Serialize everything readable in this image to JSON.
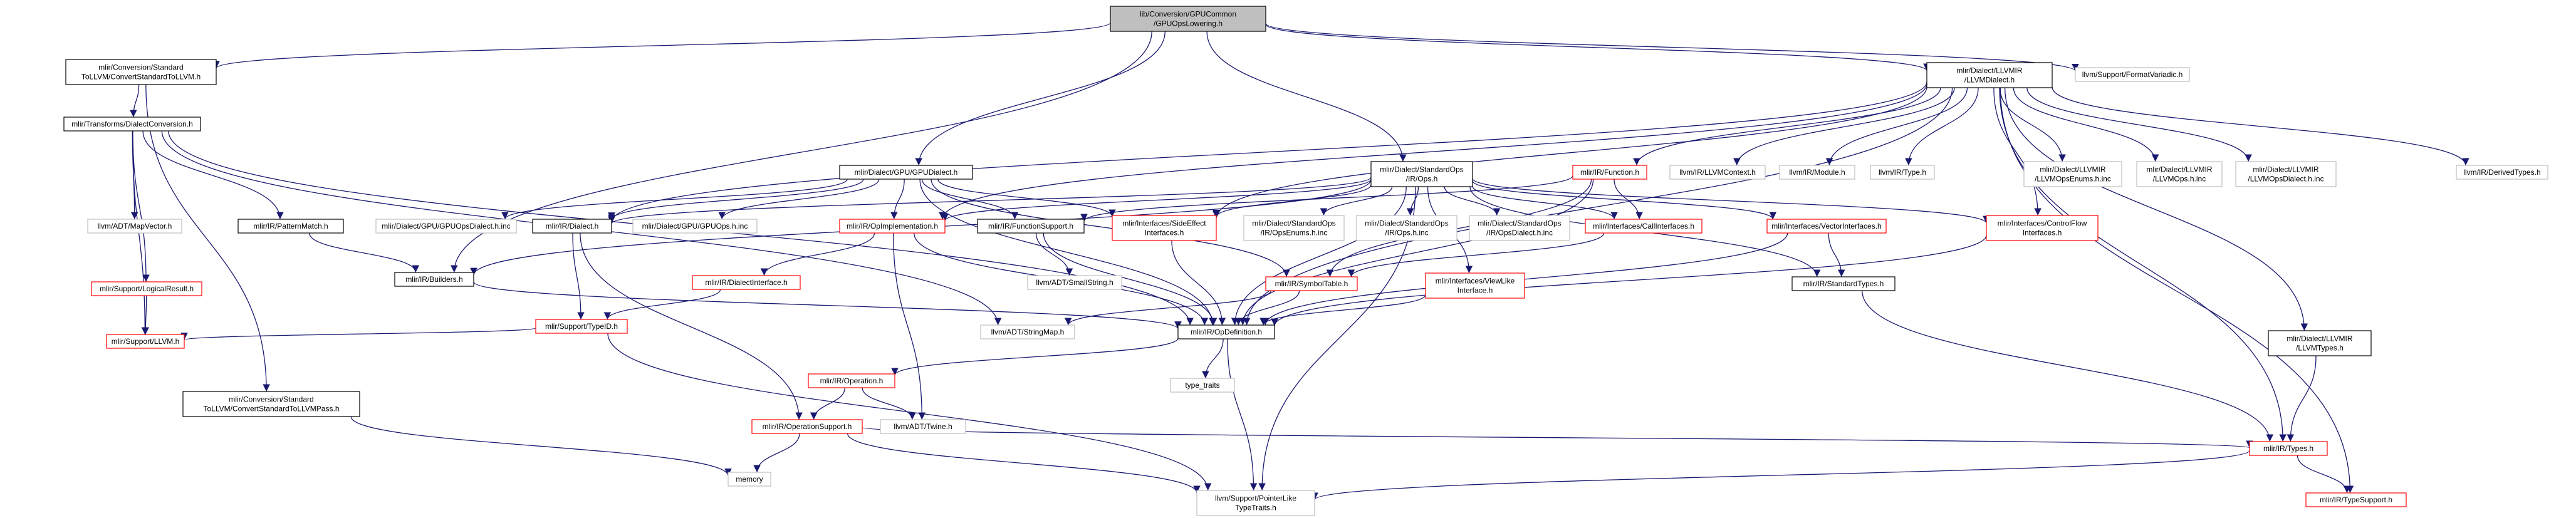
{
  "styles": {
    "edge_color": "#191970",
    "root_fill": "#bfbfbf",
    "root_stroke": "#000000",
    "doc_stroke": "#000000",
    "red_stroke": "#ff0000",
    "plain_stroke": "#bfbfbf",
    "fill": "#ffffff"
  },
  "nodes": [
    {
      "id": "root",
      "kind": "root",
      "lines": [
        "lib/Conversion/GPUCommon",
        "/GPUOpsLowering.h"
      ]
    },
    {
      "id": "conv_std_llvm",
      "kind": "doc",
      "lines": [
        "mlir/Conversion/Standard",
        "ToLLVM/ConvertStandardToLLVM.h"
      ]
    },
    {
      "id": "llvmir_dialect",
      "kind": "doc",
      "lines": [
        "mlir/Dialect/LLVMIR",
        "/LLVMDialect.h"
      ]
    },
    {
      "id": "format_variadic",
      "kind": "plain",
      "lines": [
        "llvm/Support/FormatVariadic.h"
      ]
    },
    {
      "id": "dialect_conversion",
      "kind": "doc",
      "lines": [
        "mlir/Transforms/DialectConversion.h"
      ]
    },
    {
      "id": "gpu_dialect",
      "kind": "doc",
      "lines": [
        "mlir/Dialect/GPU/GPUDialect.h"
      ]
    },
    {
      "id": "standard_ops",
      "kind": "doc",
      "lines": [
        "mlir/Dialect/StandardOps",
        "/IR/Ops.h"
      ]
    },
    {
      "id": "function_h",
      "kind": "red",
      "lines": [
        "mlir/IR/Function.h"
      ]
    },
    {
      "id": "llvm_context",
      "kind": "plain",
      "lines": [
        "llvm/IR/LLVMContext.h"
      ]
    },
    {
      "id": "llvm_module",
      "kind": "plain",
      "lines": [
        "llvm/IR/Module.h"
      ]
    },
    {
      "id": "llvm_type",
      "kind": "plain",
      "lines": [
        "llvm/IR/Type.h"
      ]
    },
    {
      "id": "llvm_ops_enums_inc",
      "kind": "plain",
      "lines": [
        "mlir/Dialect/LLVMIR",
        "/LLVMOpsEnums.h.inc"
      ]
    },
    {
      "id": "llvm_ops_inc",
      "kind": "plain",
      "lines": [
        "mlir/Dialect/LLVMIR",
        "/LLVMOps.h.inc"
      ]
    },
    {
      "id": "llvm_ops_dialect_inc",
      "kind": "plain",
      "lines": [
        "mlir/Dialect/LLVMIR",
        "/LLVMOpsDialect.h.inc"
      ]
    },
    {
      "id": "derived_types",
      "kind": "plain",
      "lines": [
        "llvm/IR/DerivedTypes.h"
      ]
    },
    {
      "id": "map_vector",
      "kind": "plain",
      "lines": [
        "llvm/ADT/MapVector.h"
      ]
    },
    {
      "id": "pattern_match",
      "kind": "doc",
      "lines": [
        "mlir/IR/PatternMatch.h"
      ]
    },
    {
      "id": "gpu_ops_dialect_inc",
      "kind": "plain",
      "lines": [
        "mlir/Dialect/GPU/GPUOpsDialect.h.inc"
      ]
    },
    {
      "id": "dialect_h",
      "kind": "doc",
      "lines": [
        "mlir/IR/Dialect.h"
      ]
    },
    {
      "id": "gpu_ops_inc",
      "kind": "plain",
      "lines": [
        "mlir/Dialect/GPU/GPUOps.h.inc"
      ]
    },
    {
      "id": "op_implementation",
      "kind": "red",
      "lines": [
        "mlir/IR/OpImplementation.h"
      ]
    },
    {
      "id": "function_support",
      "kind": "doc",
      "lines": [
        "mlir/IR/FunctionSupport.h"
      ]
    },
    {
      "id": "side_effect",
      "kind": "red",
      "lines": [
        "mlir/Interfaces/SideEffect",
        "Interfaces.h"
      ]
    },
    {
      "id": "std_ops_enums_inc",
      "kind": "plain",
      "lines": [
        "mlir/Dialect/StandardOps",
        "/IR/OpsEnums.h.inc"
      ]
    },
    {
      "id": "std_ops_inc",
      "kind": "plain",
      "lines": [
        "mlir/Dialect/StandardOps",
        "/IR/Ops.h.inc"
      ]
    },
    {
      "id": "std_ops_dialect_inc",
      "kind": "plain",
      "lines": [
        "mlir/Dialect/StandardOps",
        "/IR/OpsDialect.h.inc"
      ]
    },
    {
      "id": "call_interfaces",
      "kind": "red",
      "lines": [
        "mlir/Interfaces/CallInterfaces.h"
      ]
    },
    {
      "id": "vector_interfaces",
      "kind": "red",
      "lines": [
        "mlir/Interfaces/VectorInterfaces.h"
      ]
    },
    {
      "id": "control_flow",
      "kind": "red",
      "lines": [
        "mlir/Interfaces/ControlFlow",
        "Interfaces.h"
      ]
    },
    {
      "id": "builders",
      "kind": "doc",
      "lines": [
        "mlir/IR/Builders.h"
      ]
    },
    {
      "id": "logical_result",
      "kind": "red",
      "lines": [
        "mlir/Support/LogicalResult.h"
      ]
    },
    {
      "id": "dialect_interface",
      "kind": "red",
      "lines": [
        "mlir/IR/DialectInterface.h"
      ]
    },
    {
      "id": "small_string",
      "kind": "plain",
      "lines": [
        "llvm/ADT/SmallString.h"
      ]
    },
    {
      "id": "symbol_table",
      "kind": "red",
      "lines": [
        "mlir/IR/SymbolTable.h"
      ]
    },
    {
      "id": "view_like",
      "kind": "red",
      "lines": [
        "mlir/Interfaces/ViewLike",
        "Interface.h"
      ]
    },
    {
      "id": "standard_types",
      "kind": "doc",
      "lines": [
        "mlir/IR/StandardTypes.h"
      ]
    },
    {
      "id": "type_id",
      "kind": "red",
      "lines": [
        "mlir/Support/TypeID.h"
      ]
    },
    {
      "id": "string_map",
      "kind": "plain",
      "lines": [
        "llvm/ADT/StringMap.h"
      ]
    },
    {
      "id": "op_definition",
      "kind": "doc",
      "lines": [
        "mlir/IR/OpDefinition.h"
      ]
    },
    {
      "id": "support_llvm",
      "kind": "red",
      "lines": [
        "mlir/Support/LLVM.h"
      ]
    },
    {
      "id": "type_traits",
      "kind": "plain",
      "lines": [
        "type_traits"
      ]
    },
    {
      "id": "llvm_types",
      "kind": "doc",
      "lines": [
        "mlir/Dialect/LLVMIR",
        "/LLVMTypes.h"
      ]
    },
    {
      "id": "operation_h",
      "kind": "red",
      "lines": [
        "mlir/IR/Operation.h"
      ]
    },
    {
      "id": "conv_std_llvm_pass",
      "kind": "doc",
      "lines": [
        "mlir/Conversion/Standard",
        "ToLLVM/ConvertStandardToLLVMPass.h"
      ]
    },
    {
      "id": "operation_support",
      "kind": "red",
      "lines": [
        "mlir/IR/OperationSupport.h"
      ]
    },
    {
      "id": "twine",
      "kind": "plain",
      "lines": [
        "llvm/ADT/Twine.h"
      ]
    },
    {
      "id": "memory",
      "kind": "plain",
      "lines": [
        "memory"
      ]
    },
    {
      "id": "types_h",
      "kind": "red",
      "lines": [
        "mlir/IR/Types.h"
      ]
    },
    {
      "id": "type_support",
      "kind": "red",
      "lines": [
        "mlir/IR/TypeSupport.h"
      ]
    },
    {
      "id": "pointer_like",
      "kind": "plain",
      "lines": [
        "llvm/Support/PointerLike",
        "TypeTraits.h"
      ]
    }
  ],
  "edges": [
    [
      "root",
      "conv_std_llvm"
    ],
    [
      "root",
      "llvmir_dialect"
    ],
    [
      "root",
      "format_variadic"
    ],
    [
      "root",
      "gpu_dialect"
    ],
    [
      "root",
      "standard_ops"
    ],
    [
      "root",
      "builders"
    ],
    [
      "conv_std_llvm",
      "dialect_conversion"
    ],
    [
      "conv_std_llvm",
      "conv_std_llvm_pass"
    ],
    [
      "dialect_conversion",
      "map_vector"
    ],
    [
      "dialect_conversion",
      "pattern_match"
    ],
    [
      "dialect_conversion",
      "logical_result"
    ],
    [
      "dialect_conversion",
      "support_llvm"
    ],
    [
      "dialect_conversion",
      "op_definition"
    ],
    [
      "dialect_conversion",
      "string_map"
    ],
    [
      "pattern_match",
      "builders"
    ],
    [
      "gpu_dialect",
      "gpu_ops_dialect_inc"
    ],
    [
      "gpu_dialect",
      "dialect_h"
    ],
    [
      "gpu_dialect",
      "gpu_ops_inc"
    ],
    [
      "gpu_dialect",
      "op_implementation"
    ],
    [
      "gpu_dialect",
      "function_support"
    ],
    [
      "gpu_dialect",
      "side_effect"
    ],
    [
      "gpu_dialect",
      "symbol_table"
    ],
    [
      "gpu_dialect",
      "op_definition"
    ],
    [
      "standard_ops",
      "builders"
    ],
    [
      "standard_ops",
      "dialect_h"
    ],
    [
      "standard_ops",
      "op_implementation"
    ],
    [
      "standard_ops",
      "side_effect"
    ],
    [
      "standard_ops",
      "std_ops_enums_inc"
    ],
    [
      "standard_ops",
      "std_ops_inc"
    ],
    [
      "standard_ops",
      "std_ops_dialect_inc"
    ],
    [
      "standard_ops",
      "call_interfaces"
    ],
    [
      "standard_ops",
      "vector_interfaces"
    ],
    [
      "standard_ops",
      "control_flow"
    ],
    [
      "standard_ops",
      "view_like"
    ],
    [
      "standard_ops",
      "standard_types"
    ],
    [
      "standard_ops",
      "op_definition"
    ],
    [
      "standard_ops",
      "pointer_like"
    ],
    [
      "llvmir_dialect",
      "function_h"
    ],
    [
      "llvmir_dialect",
      "llvm_context"
    ],
    [
      "llvmir_dialect",
      "llvm_module"
    ],
    [
      "llvmir_dialect",
      "llvm_type"
    ],
    [
      "llvmir_dialect",
      "llvm_ops_enums_inc"
    ],
    [
      "llvmir_dialect",
      "llvm_ops_inc"
    ],
    [
      "llvmir_dialect",
      "llvm_ops_dialect_inc"
    ],
    [
      "llvmir_dialect",
      "derived_types"
    ],
    [
      "llvmir_dialect",
      "dialect_h"
    ],
    [
      "llvmir_dialect",
      "op_implementation"
    ],
    [
      "llvmir_dialect",
      "side_effect"
    ],
    [
      "llvmir_dialect",
      "control_flow"
    ],
    [
      "llvmir_dialect",
      "op_definition"
    ],
    [
      "llvmir_dialect",
      "llvm_types"
    ],
    [
      "llvmir_dialect",
      "types_h"
    ],
    [
      "llvmir_dialect",
      "type_support"
    ],
    [
      "function_h",
      "call_interfaces"
    ],
    [
      "function_h",
      "function_support"
    ],
    [
      "function_h",
      "op_definition"
    ],
    [
      "function_h",
      "symbol_table"
    ],
    [
      "dialect_h",
      "type_id"
    ],
    [
      "dialect_h",
      "operation_support"
    ],
    [
      "op_implementation",
      "dialect_interface"
    ],
    [
      "op_implementation",
      "op_definition"
    ],
    [
      "op_implementation",
      "twine"
    ],
    [
      "function_support",
      "small_string"
    ],
    [
      "function_support",
      "op_definition"
    ],
    [
      "side_effect",
      "op_definition"
    ],
    [
      "call_interfaces",
      "symbol_table"
    ],
    [
      "vector_interfaces",
      "standard_types"
    ],
    [
      "vector_interfaces",
      "op_definition"
    ],
    [
      "control_flow",
      "op_definition"
    ],
    [
      "builders",
      "op_definition"
    ],
    [
      "logical_result",
      "support_llvm"
    ],
    [
      "dialect_interface",
      "type_id"
    ],
    [
      "symbol_table",
      "op_definition"
    ],
    [
      "symbol_table",
      "string_map"
    ],
    [
      "view_like",
      "op_definition"
    ],
    [
      "standard_types",
      "types_h"
    ],
    [
      "type_id",
      "support_llvm"
    ],
    [
      "type_id",
      "pointer_like"
    ],
    [
      "op_definition",
      "operation_h"
    ],
    [
      "op_definition",
      "type_traits"
    ],
    [
      "op_definition",
      "pointer_like"
    ],
    [
      "operation_h",
      "operation_support"
    ],
    [
      "operation_h",
      "twine"
    ],
    [
      "operation_support",
      "memory"
    ],
    [
      "operation_support",
      "types_h"
    ],
    [
      "operation_support",
      "pointer_like"
    ],
    [
      "conv_std_llvm_pass",
      "memory"
    ],
    [
      "llvm_types",
      "types_h"
    ],
    [
      "types_h",
      "type_support"
    ],
    [
      "types_h",
      "pointer_like"
    ]
  ]
}
